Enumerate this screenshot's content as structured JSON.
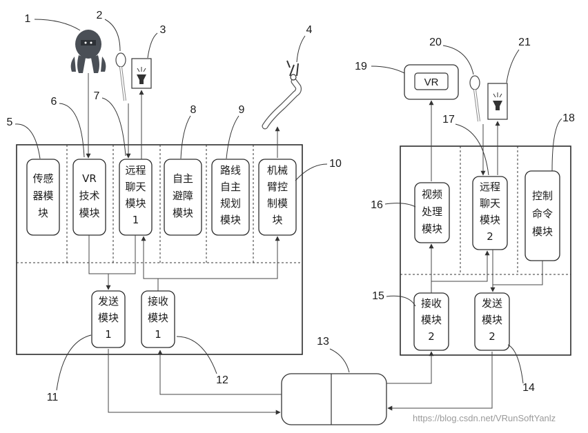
{
  "modules": {
    "sensor": [
      "传感",
      "器模",
      "块"
    ],
    "vr_tech": [
      "VR",
      "技术",
      "模块"
    ],
    "chat1": [
      "远程",
      "聊天",
      "模块",
      "1"
    ],
    "avoid": [
      "自主",
      "避障",
      "模块"
    ],
    "route": [
      "路线",
      "自主",
      "规划",
      "模块"
    ],
    "arm": [
      "机械",
      "臂控",
      "制模",
      "块"
    ],
    "send1": [
      "发送",
      "模块",
      "1"
    ],
    "recv1": [
      "接收",
      "模块",
      "1"
    ],
    "video": [
      "视频",
      "处理",
      "模块"
    ],
    "chat2": [
      "远程",
      "聊天",
      "模块",
      "2"
    ],
    "ctrl": [
      "控制",
      "命令",
      "模块"
    ],
    "recv2": [
      "接收",
      "模块",
      "2"
    ],
    "send2": [
      "发送",
      "模块",
      "2"
    ]
  },
  "vr_label": "VR",
  "numbers": [
    "1",
    "2",
    "3",
    "4",
    "5",
    "6",
    "7",
    "8",
    "9",
    "10",
    "11",
    "12",
    "13",
    "14",
    "15",
    "16",
    "17",
    "18",
    "19",
    "20",
    "21"
  ],
  "watermark": "https://blog.csdn.net/VRunSoftYanlz"
}
